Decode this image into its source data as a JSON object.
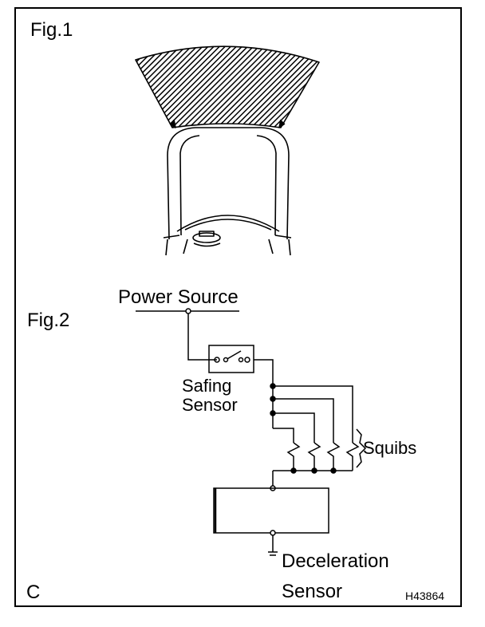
{
  "labels": {
    "fig1": "Fig.1",
    "fig2": "Fig.2",
    "power_source": "Power Source",
    "safing_sensor_line1": "Safing",
    "safing_sensor_line2": "Sensor",
    "squibs": "Squibs",
    "deceleration_line1": "Deceleration",
    "deceleration_line2": "Sensor",
    "corner_letter": "C",
    "figure_code": "H43864"
  },
  "colors": {
    "ink": "#000000",
    "paper": "#ffffff"
  }
}
